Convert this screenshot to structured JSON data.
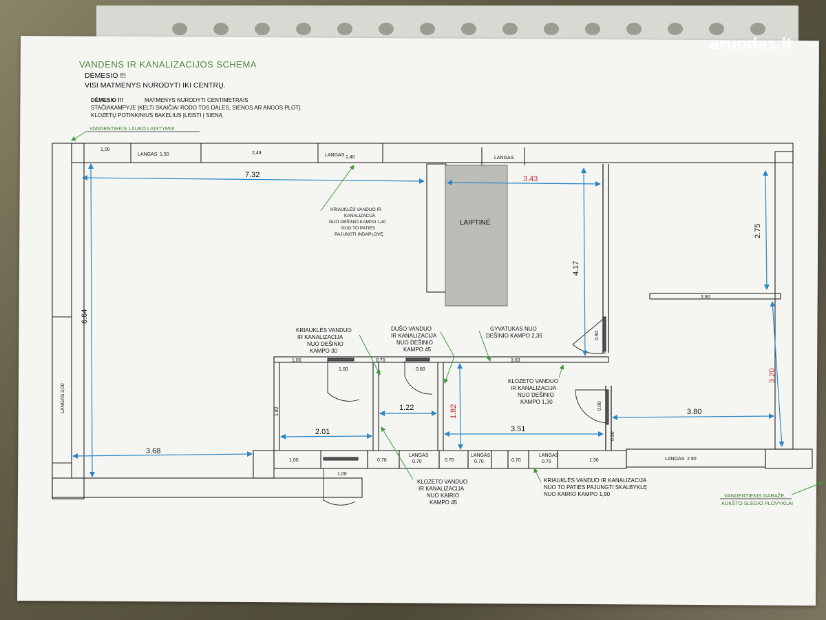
{
  "header": {
    "title": "VANDENS IR KANALIZACIJOS SCHEMA",
    "attention": "DĖMESIO !!!",
    "all_dims": "VISI MATMENYS NURODYTI IKI CENTRŲ.",
    "attention2": "DĖMESIO !!!",
    "cm_note": "MATMENYS NURODYTI CENTIMETRAIS",
    "rect_note": "STAČIAKAMPYJE ĮKELTI SKAIČIAI RODO TOS DALES, SIENOS AR ANGOS PLOTĮ.",
    "toilet_note": "KLOZETŲ POTINKINIUS BAKELIUS ĮLEISTI Į SIENĄ"
  },
  "watermark": "aruodas.lt",
  "notes": {
    "outdoor_water": "VANDENTIEKIS LAUKO LAISTYMUI",
    "garage_water_1": "VANDENTIEKIS GARAŽE,",
    "garage_water_2": "AUKŠTO SLĖGIO PLOVYKLAI",
    "kitchen_1": "KRIAUKLĖS VANDUO IR",
    "kitchen_2": "KANALIZACIJA",
    "kitchen_3": "NUO DEŠINIO KAMPO 1,40",
    "kitchen_4": "NUO TO PATIES",
    "kitchen_5": "PAJUNGTI INDAPLOVĘ",
    "sink1_1": "KRIAUKLĖS VANDUO",
    "sink1_2": "IR KANALIZACIJA",
    "sink1_3": "NUO DEŠINIO",
    "sink1_4": "KAMPO 30",
    "shower_1": "DUŠO VANDUO",
    "shower_2": "IR KANALIZACIJA",
    "shower_3": "NUO DEŠINIO",
    "shower_4": "KAMPO 45",
    "heater_1": "GYVATUKAS NUO",
    "heater_2": "DEŠINIO KAMPO 2,35",
    "wc2_1": "KLOZETO VANDUO",
    "wc2_2": "IR KANALIZACIJA",
    "wc2_3": "NUO DEŠINIO",
    "wc2_4": "KAMPO 1,30",
    "wc1_1": "KLOZETO VANDUO",
    "wc1_2": "IR KANALIZACIJA",
    "wc1_3": "NUO KAIRIO",
    "wc1_4": "KAMPO 45",
    "sink2_1": "KRIAUKLĖS VANDUO IR KANALIZACIJA",
    "sink2_2": "NUO TO PATIES PAJUNGTI SKALBYKLĘ",
    "sink2_3": "NUO KAIRIO KAMPO 1,90"
  },
  "rooms": {
    "stairs": "LAIPTINĖ"
  },
  "windows": {
    "langas": "LANGAS",
    "w1": "1,50",
    "w2": "1,40",
    "w3": "0.70",
    "w4": "0.70",
    "w5": "0.70",
    "w6": "2.90",
    "w_left": "3,00"
  },
  "wall_labels": {
    "top_a": "1,00",
    "top_b": "2,49",
    "bottom_a": "1.00",
    "bottom_door": "1.00",
    "bottom_b": "0.70",
    "bottom_c": "0.70",
    "bottom_d": "0.70",
    "bottom_e": "1.30",
    "int_a": "1.00",
    "int_b": "0.70",
    "int_c": "3.63",
    "door_a": "1.00",
    "door_b": "0.80",
    "door_c": "0.90",
    "door_d": "0.80",
    "door_e": "0.90",
    "partition": "2.90",
    "int_wall_v": "1.82"
  },
  "dimensions": {
    "d_732": "7.32",
    "d_343": "3.43",
    "d_275": "2.75",
    "d_664": "6.64",
    "d_417": "4.17",
    "d_320": "3.20",
    "d_368": "3.68",
    "d_201": "2.01",
    "d_122": "1.22",
    "d_182": "1.82",
    "d_351": "3.51",
    "d_380": "3.80"
  },
  "colors": {
    "dimension_line": "#2b86c5",
    "title_green": "#4f8a3c",
    "alert_red": "#c2282c",
    "note_arrow": "#3e9a3a"
  }
}
